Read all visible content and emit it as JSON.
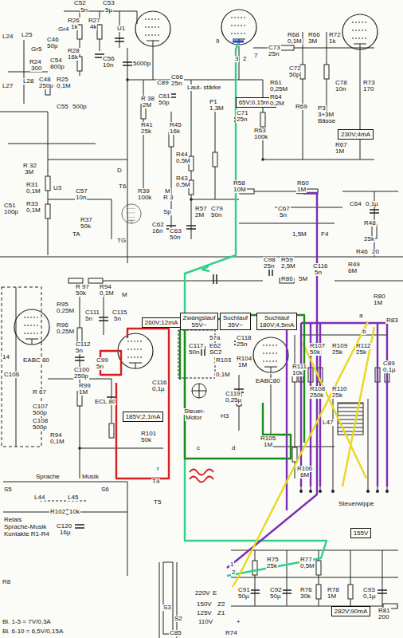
{
  "diagram": {
    "nodes": [
      {
        "text": [
          "65V;0,15mA"
        ]
      },
      {
        "text": [
          "230V;4mA"
        ]
      },
      {
        "text": [
          "260V;12mA"
        ]
      },
      {
        "text": [
          "Zwangslauf",
          "55V~"
        ]
      },
      {
        "text": [
          "Suchlauf",
          "35V~"
        ]
      },
      {
        "text": [
          "Suchlauf",
          "180V;4,5mA"
        ]
      },
      {
        "text": [
          "185V;2,1mA"
        ]
      },
      {
        "text": [
          "155V"
        ]
      },
      {
        "text": [
          "282V;90mA"
        ]
      }
    ],
    "labels": [
      "C52",
      "5n",
      "C53",
      "5µ",
      "R26",
      "1k",
      "R27",
      "4k",
      "U1",
      "L24",
      "L25",
      "Gr4",
      "C46",
      "50p",
      "Gr5",
      "R28",
      "16k",
      "C56",
      "10n",
      "5000p",
      "C54",
      "800p",
      "R24",
      "300",
      "L27",
      "L28",
      "C48",
      "250p",
      "R25",
      "0,1M",
      "C55",
      "500p",
      "C89",
      "R 38",
      "2M",
      "C61",
      "50p",
      "C66",
      "25n",
      "Laut- stärke",
      "P1",
      "1,3M",
      "R41",
      "25k",
      "R45",
      "16k",
      "R44",
      "0,5M",
      "R43",
      "0,5M",
      "R 32",
      "3M",
      "D",
      "U3",
      "T6",
      "C57",
      "10n",
      "R39",
      "100k",
      "R31",
      "0,1M",
      "R33",
      "0,1M",
      "C51",
      "100p",
      "R37",
      "50k",
      "R 3",
      "M",
      "Sp",
      "TG",
      "TA",
      "C62",
      "16n",
      "C63",
      "50n",
      "R57",
      "2M",
      "C79",
      "50n",
      "R58",
      "10M",
      "R60",
      "1M",
      "C67",
      "5n",
      "1,5M",
      "F4",
      "C64",
      "0,1µ",
      "R48",
      "25k",
      "R46",
      "20",
      "R49",
      "6M",
      "C73",
      "25n",
      "R68",
      "0,1M",
      "R66",
      "3M",
      "R72",
      "1k",
      "C72",
      "50p",
      "R61",
      "0,25M",
      "R64",
      "0,2M",
      "C71",
      "25n",
      "R63",
      "100k",
      "R69",
      "P3",
      "3+3M",
      "Bässe",
      "C78",
      "10n",
      "R73",
      "170",
      "R67",
      "1M",
      "9",
      "3",
      "2",
      "7",
      "C98",
      "25n",
      "R59",
      "2,5M",
      "R86",
      "5M",
      "C116",
      "5n",
      "R80",
      "1M",
      "R 97",
      "50k",
      "R94",
      "0,1M",
      "M",
      "R95",
      "0,25M",
      "R96",
      "0,25M",
      "C111",
      "5n",
      "C115",
      "5n",
      "C112",
      "5n",
      "C99",
      "5n",
      "C100",
      "250p",
      "C116",
      "0,1µ",
      "14",
      "C106",
      "EABC 80",
      "R 67",
      "C107",
      "500p",
      "C108",
      "500p",
      "R94",
      "0,1M",
      "R99",
      "1M",
      "ECL 80",
      "R101",
      "50k",
      "Sprache",
      "Musik",
      "S5",
      "L44",
      "L45",
      "S6",
      "R102",
      "10k",
      "C120",
      "16µ",
      "Relais",
      "Sprache-Musik",
      "Kontakte R1-R4",
      "T4",
      "T5",
      "r",
      "C117",
      "50n",
      "57a",
      "E62",
      "SC2",
      "C118",
      "25n",
      "R103",
      "0,1M",
      "R104",
      "1M",
      "C119",
      "0,25µ",
      "H3",
      "c",
      "d",
      "Steuer-",
      "Motor",
      "EABC80",
      "R105",
      "1M",
      "R111",
      "10k",
      "R106",
      "6M",
      "R107",
      "50k",
      "R109",
      "25k",
      "R112",
      "25k",
      "R108",
      "250k",
      "R110",
      "25k",
      "L47",
      "a",
      "b",
      "C89",
      "0,1µ",
      "R83",
      "Steuerwippe",
      "220V",
      "E",
      "S3",
      "150V",
      "Z2",
      "125V",
      "Z1",
      "110V",
      "S2",
      "C85",
      "R74",
      "+",
      "1",
      "2",
      "R75",
      "25k",
      "R77",
      "0,5M",
      "C91",
      "50µ",
      "C92",
      "50µ",
      "R76",
      "30k",
      "R78",
      "1M",
      "C93",
      "0,1µ",
      "R81",
      "200",
      "Bl. 1-5 = 7V/0,3A",
      "Bl. 6-10 = 6,5V/0,15A",
      "R8"
    ]
  }
}
